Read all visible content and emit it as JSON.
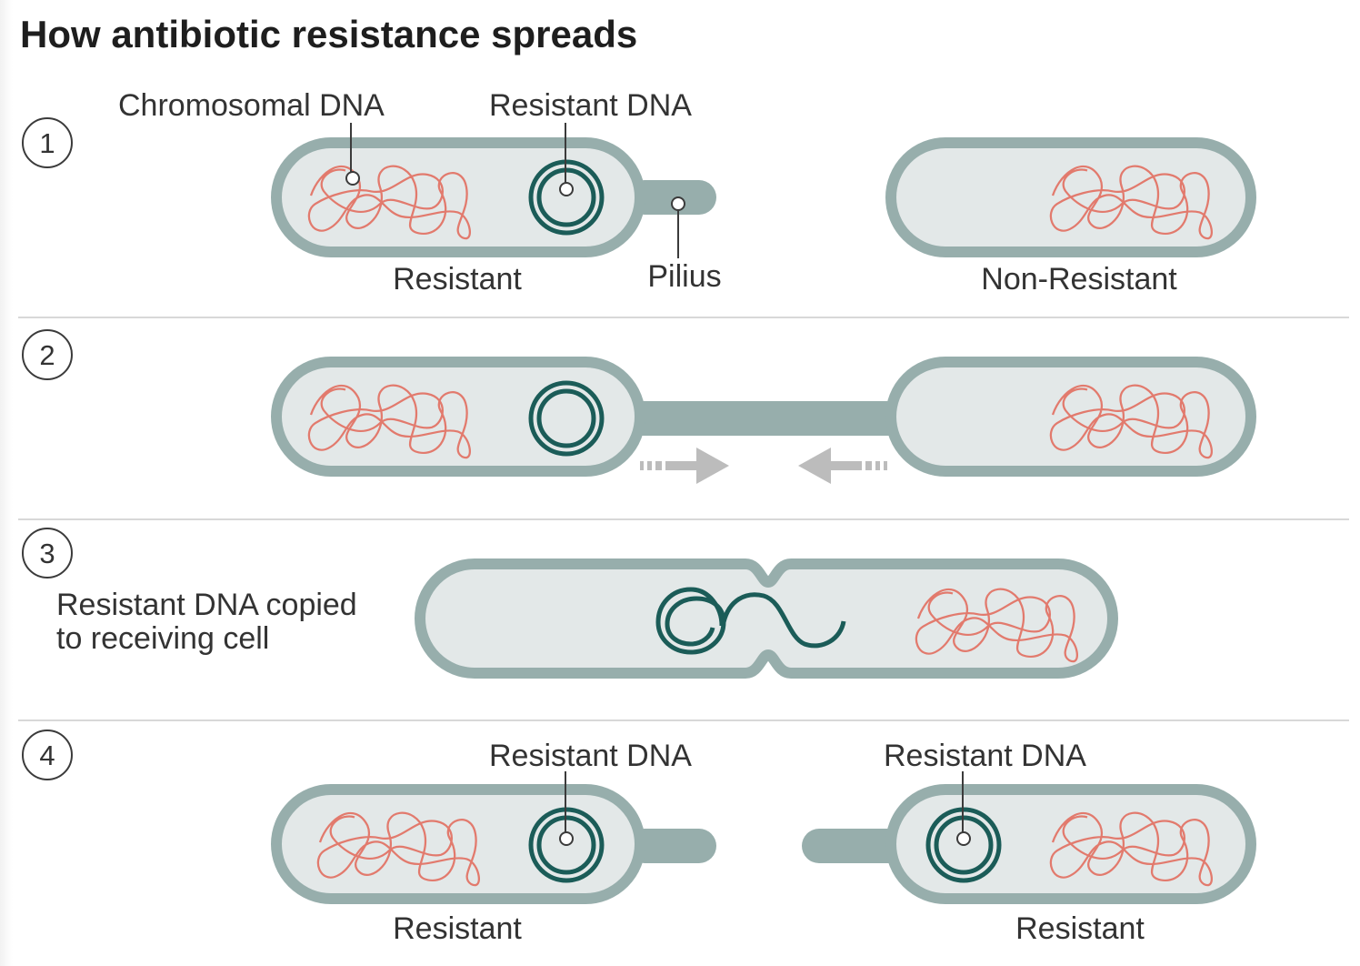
{
  "title": "How antibiotic resistance spreads",
  "steps": [
    {
      "number": "1"
    },
    {
      "number": "2"
    },
    {
      "number": "3",
      "caption_line1": "Resistant DNA copied",
      "caption_line2": "to receiving cell"
    },
    {
      "number": "4"
    }
  ],
  "labels": {
    "chromosomal_dna": "Chromosomal DNA",
    "resistant_dna": "Resistant DNA",
    "resistant": "Resistant",
    "pilius": "Pilius",
    "non_resistant": "Non-Resistant"
  },
  "colors": {
    "cell_fill": "#e3e8e8",
    "cell_outline": "#97aeac",
    "chromosomal_dna": "#e27a6d",
    "resistant_dna": "#1b5c58",
    "transfer_arrows": "#bcbcbc"
  }
}
